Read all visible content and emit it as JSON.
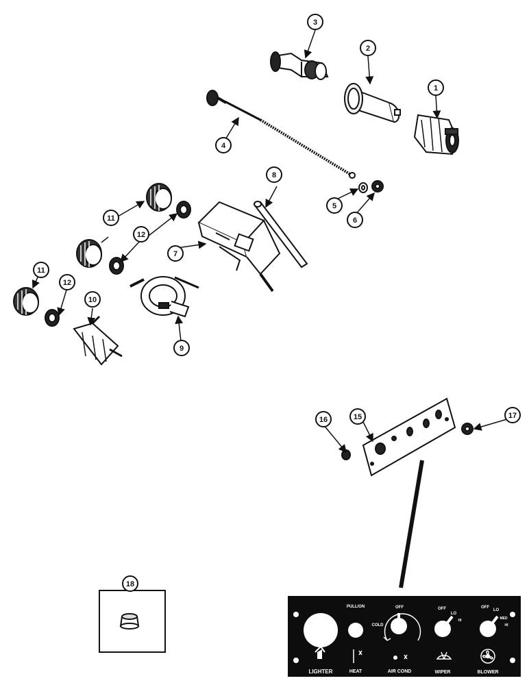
{
  "callouts": {
    "c1": "1",
    "c2": "2",
    "c3": "3",
    "c4": "4",
    "c5": "5",
    "c6": "6",
    "c7": "7",
    "c8": "8",
    "c9": "9",
    "c10": "10",
    "c11a": "11",
    "c11b": "11",
    "c12a": "12",
    "c12b": "12",
    "c15": "15",
    "c16": "16",
    "c17": "17",
    "c18": "18"
  },
  "panel": {
    "lighter": "LIGHTER",
    "pull_on": "PULL/ON",
    "heat": "HEAT",
    "off_aircond": "OFF",
    "cold": "COLD",
    "air_cond": "AIR COND",
    "off_wiper": "OFF",
    "lo_wiper": "LO",
    "hi_wiper": "HI",
    "wiper": "WIPER",
    "off_blower": "OFF",
    "lo_blower": "LO",
    "med_blower": "MED",
    "hi_blower": "HI",
    "blower": "BLOWER"
  },
  "colors": {
    "ink": "#111111",
    "panel": "#0d0d0d",
    "paper": "#ffffff"
  }
}
